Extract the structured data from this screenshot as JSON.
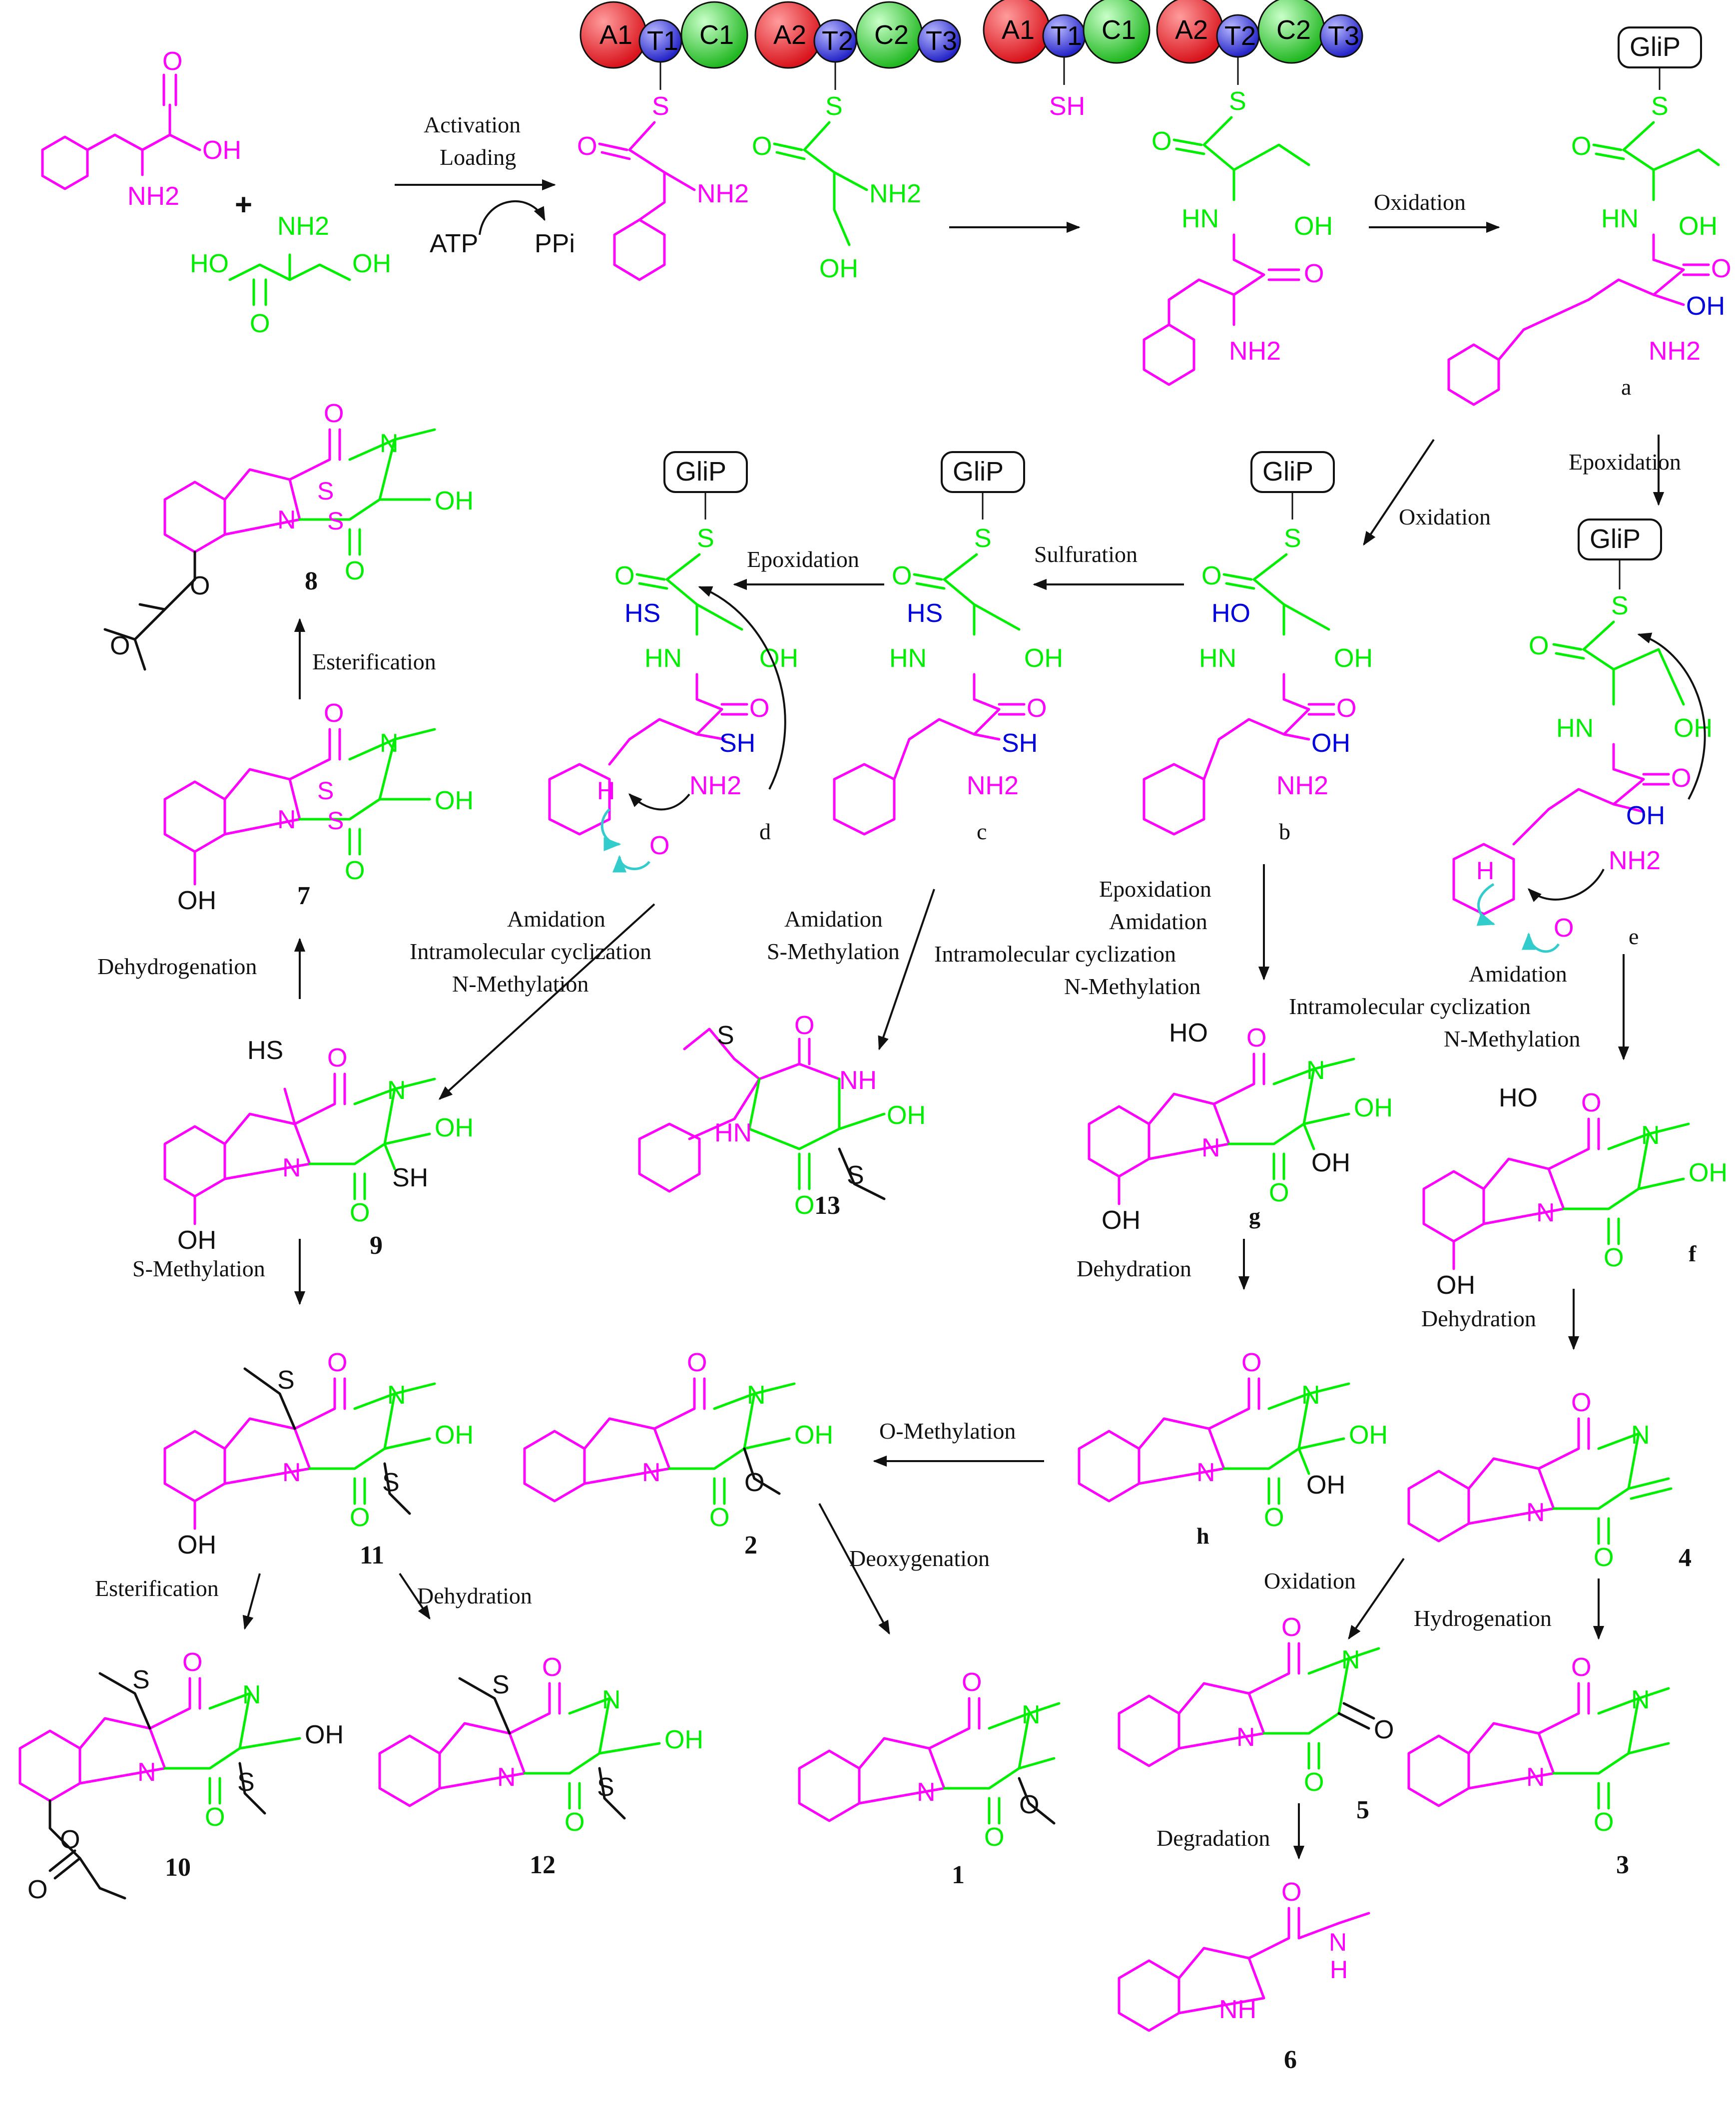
{
  "colors": {
    "pink": "#ff00ff",
    "green": "#00ee00",
    "blue": "#0000dd",
    "cyan": "#33cccc",
    "domain_red": "#e8202a",
    "domain_blue": "#3b3bdd",
    "domain_green": "#33cc33"
  },
  "domains_1": [
    "A1",
    "T1",
    "C1",
    "A2",
    "T2",
    "C2",
    "T3"
  ],
  "domains_2": [
    "A1",
    "T1",
    "C1",
    "A2",
    "T2",
    "C2",
    "T3"
  ],
  "enzyme": "GliP",
  "steps": {
    "activation": "Activation",
    "loading": "Loading",
    "atp": "ATP",
    "ppi": "PPi",
    "plus": "+",
    "oxidation_1": "Oxidation",
    "epoxidation_1": "Epoxidation",
    "oxidation_2": "Oxidation",
    "sulfuration": "Sulfuration",
    "epoxidation_2": "Epoxidation",
    "esterification_1": "Esterification",
    "dehydrogenation": "Dehydrogenation",
    "amid_d_1": "Amidation",
    "amid_d_2": "Intramolecular cyclization",
    "amid_d_3": "N-Methylation",
    "amid_c_1": "Amidation",
    "amid_c_2": "S-Methylation",
    "epox_b_1": "Epoxidation",
    "epox_b_2": "Amidation",
    "epox_b_3": "Intramolecular cyclization",
    "epox_b_4": "N-Methylation",
    "amid_e_1": "Amidation",
    "amid_e_2": "Intramolecular cyclization",
    "amid_e_3": "N-Methylation",
    "s_methylation": "S-Methylation",
    "dehydration_g": "Dehydration",
    "dehydration_f": "Dehydration",
    "o_methylation": "O-Methylation",
    "deoxygenation": "Deoxygenation",
    "oxidation_4": "Oxidation",
    "hydrogenation": "Hydrogenation",
    "esterification_2": "Esterification",
    "dehydration_11": "Dehydration",
    "degradation": "Degradation"
  },
  "atoms": {
    "oh": "OH",
    "nh2": "NH2",
    "hn": "HN",
    "nh": "NH",
    "n": "N",
    "o": "O",
    "s": "S",
    "sh": "SH",
    "hs": "HS",
    "ho": "HO",
    "h": "H",
    "ho_acid": "HO"
  },
  "compounds": {
    "c8": "8",
    "c7": "7",
    "c9": "9",
    "c13": "13",
    "c11": "11",
    "c2": "2",
    "c10": "10",
    "c12": "12",
    "c1": "1",
    "c5": "5",
    "c3": "3",
    "c4": "4",
    "c6": "6",
    "a": "a",
    "b": "b",
    "c": "c",
    "d": "d",
    "e": "e",
    "f": "f",
    "g": "g",
    "h": "h"
  }
}
